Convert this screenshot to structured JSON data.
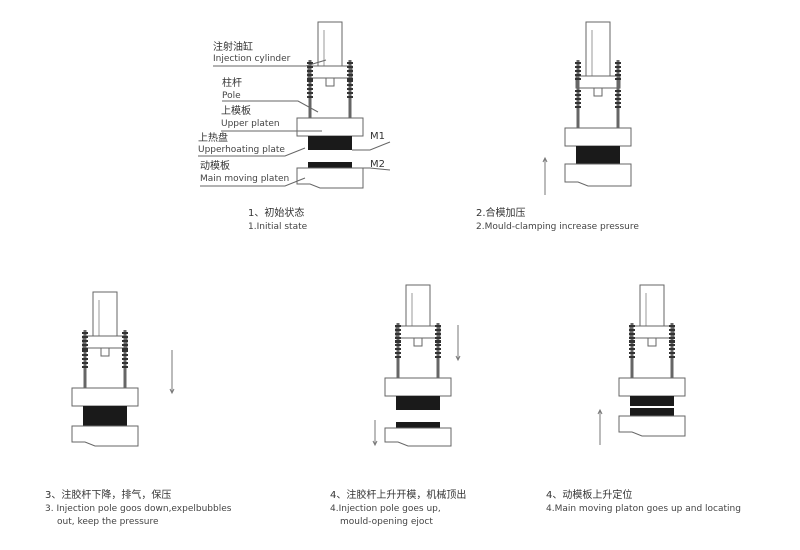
{
  "labels": {
    "injection_cylinder_cn": "注射油缸",
    "injection_cylinder_en": "Injection cylinder",
    "pole_cn": "柱杆",
    "pole_en": "Pole",
    "upper_platen_cn": "上模板",
    "upper_platen_en": "Upper platen",
    "upper_heating_cn": "上热盘",
    "upper_heating_en": "Upperhoating plate",
    "moving_platen_cn": "动模板",
    "moving_platen_en": "Main moving platen",
    "m1": "M1",
    "m2": "M2"
  },
  "steps": [
    {
      "cn": "1、初始状态",
      "en": "1.Initial state"
    },
    {
      "cn": "2.合模加压",
      "en": "2.Mould-clamping increase pressure"
    },
    {
      "cn": "3、注胶杆下降，排气，保压",
      "en": "3.  Injection pole goos down,expelbubbles",
      "en2": "out,  keep the pressure"
    },
    {
      "cn": "4、注胶杆上升开模，机械顶出",
      "en": "4.Injection pole goes up,",
      "en2": "mould-opening ejoct"
    },
    {
      "cn": "4、动模板上升定位",
      "en": "4.Main moving platon goes up and locating"
    }
  ]
}
